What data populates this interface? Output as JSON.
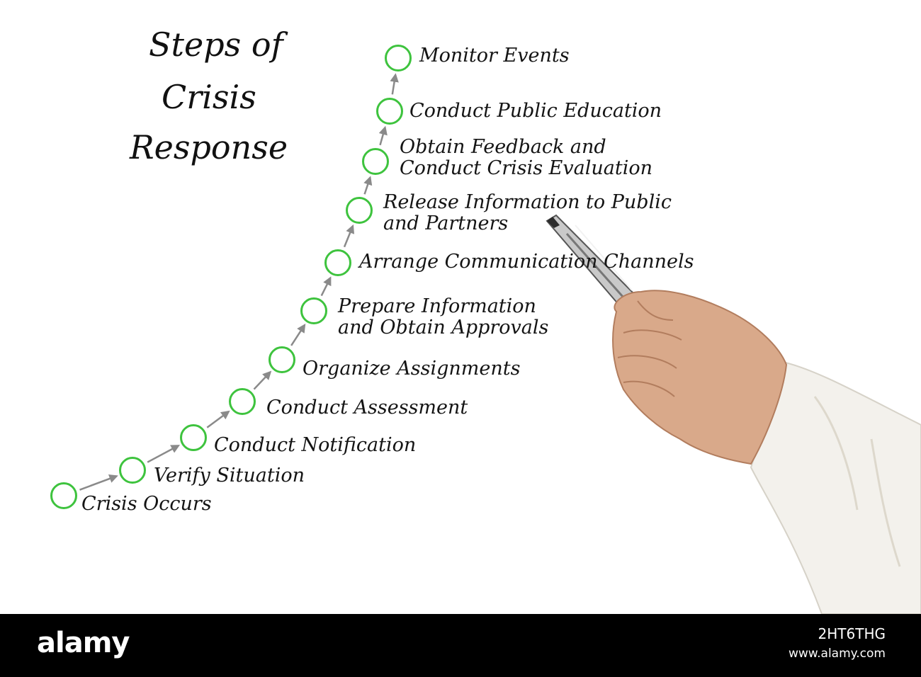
{
  "title": [
    "Steps of",
    "Crisis",
    "Response"
  ],
  "steps": [
    {
      "label": [
        "Crisis Occurs"
      ]
    },
    {
      "label": [
        "Verify Situation"
      ]
    },
    {
      "label": [
        "Conduct Notification"
      ]
    },
    {
      "label": [
        "Conduct Assessment"
      ]
    },
    {
      "label": [
        "Organize Assignments"
      ]
    },
    {
      "label": [
        "Prepare Information",
        "and Obtain Approvals"
      ]
    },
    {
      "label": [
        "Arrange Communication Channels"
      ]
    },
    {
      "label": [
        "Release Information to Public",
        "and Partners"
      ]
    },
    {
      "label": [
        "Obtain Feedback and",
        "Conduct Crisis Evaluation"
      ]
    },
    {
      "label": [
        "Conduct Public Education"
      ]
    },
    {
      "label": [
        "Monitor Events"
      ]
    }
  ],
  "footer": {
    "brand": "alamy",
    "image_id": "2HT6THG",
    "url": "www.alamy.com"
  },
  "colors": {
    "node_stroke": "#3ec33e",
    "arrow": "#8a8a8a",
    "text": "#141414",
    "footer_bg": "#000000"
  }
}
